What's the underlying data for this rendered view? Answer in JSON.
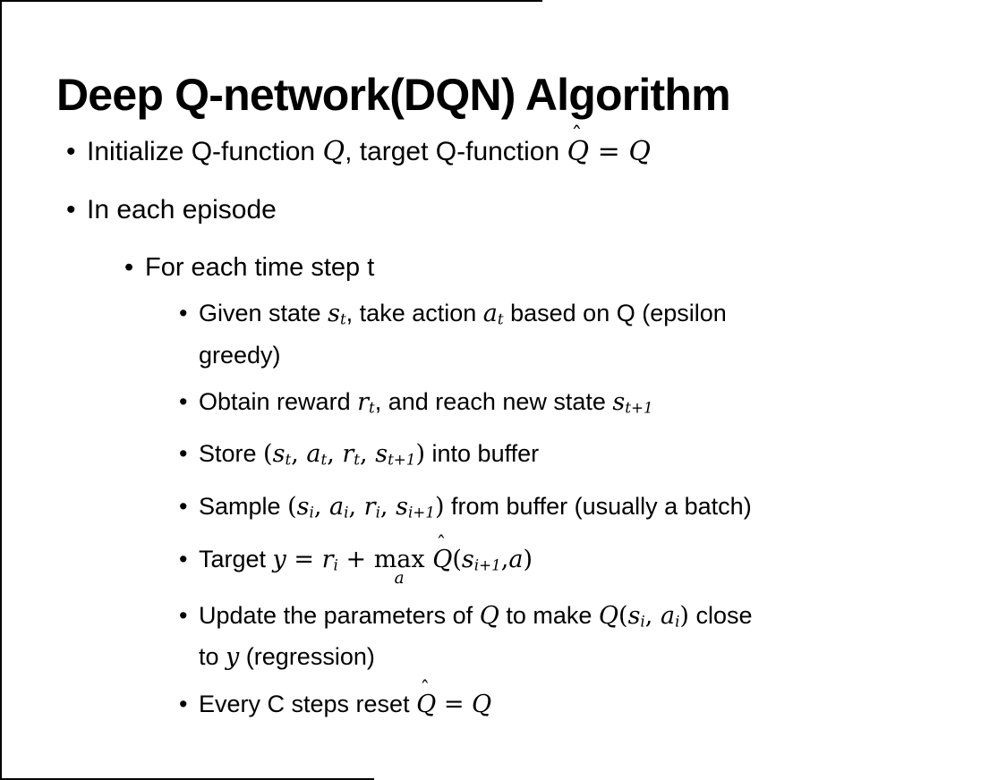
{
  "slide": {
    "title": "Deep Q-network(DQN) Algorithm",
    "bullets": [
      {
        "level": 1,
        "segments": [
          {
            "t": "Initialize Q-function ",
            "s": "n"
          },
          {
            "t": "Q",
            "s": "i"
          },
          {
            "t": ", target Q-function ",
            "s": "n"
          },
          {
            "t": "Q",
            "s": "hat"
          },
          {
            "t": " = ",
            "s": "m"
          },
          {
            "t": "Q",
            "s": "i"
          }
        ]
      },
      {
        "level": 1,
        "segments": [
          {
            "t": "In each episode",
            "s": "n"
          }
        ]
      },
      {
        "level": 2,
        "segments": [
          {
            "t": "For each time step t",
            "s": "n"
          }
        ]
      },
      {
        "level": 3,
        "segments": [
          {
            "t": "Given state ",
            "s": "n"
          },
          {
            "t": "s",
            "s": "i"
          },
          {
            "t": "t",
            "s": "sub"
          },
          {
            "t": ", take action ",
            "s": "n"
          },
          {
            "t": "a",
            "s": "i"
          },
          {
            "t": "t",
            "s": "sub"
          },
          {
            "t": " based on Q (epsilon",
            "s": "n"
          },
          {
            "t": "",
            "s": "br"
          },
          {
            "t": "greedy)",
            "s": "n"
          }
        ]
      },
      {
        "level": 3,
        "segments": [
          {
            "t": "Obtain reward ",
            "s": "n"
          },
          {
            "t": "r",
            "s": "i"
          },
          {
            "t": "t",
            "s": "sub"
          },
          {
            "t": ", and reach new state ",
            "s": "n"
          },
          {
            "t": "s",
            "s": "i"
          },
          {
            "t": "t+1",
            "s": "sub"
          }
        ]
      },
      {
        "level": 3,
        "segments": [
          {
            "t": "Store ",
            "s": "n"
          },
          {
            "t": "(",
            "s": "m"
          },
          {
            "t": "s",
            "s": "i"
          },
          {
            "t": "t",
            "s": "sub"
          },
          {
            "t": ", ",
            "s": "m"
          },
          {
            "t": "a",
            "s": "i"
          },
          {
            "t": "t",
            "s": "sub"
          },
          {
            "t": ", ",
            "s": "m"
          },
          {
            "t": "r",
            "s": "i"
          },
          {
            "t": "t",
            "s": "sub"
          },
          {
            "t": ", ",
            "s": "m"
          },
          {
            "t": "s",
            "s": "i"
          },
          {
            "t": "t+1",
            "s": "sub"
          },
          {
            "t": ")",
            "s": "m"
          },
          {
            "t": " into buffer",
            "s": "n"
          }
        ]
      },
      {
        "level": 3,
        "segments": [
          {
            "t": "Sample ",
            "s": "n"
          },
          {
            "t": "(",
            "s": "m"
          },
          {
            "t": "s",
            "s": "i"
          },
          {
            "t": "i",
            "s": "sub"
          },
          {
            "t": ", ",
            "s": "m"
          },
          {
            "t": "a",
            "s": "i"
          },
          {
            "t": "i",
            "s": "sub"
          },
          {
            "t": ", ",
            "s": "m"
          },
          {
            "t": "r",
            "s": "i"
          },
          {
            "t": "i",
            "s": "sub"
          },
          {
            "t": ", ",
            "s": "m"
          },
          {
            "t": "s",
            "s": "i"
          },
          {
            "t": "i+1",
            "s": "sub"
          },
          {
            "t": ")",
            "s": "m"
          },
          {
            "t": " from buffer (usually a batch)",
            "s": "n"
          }
        ]
      },
      {
        "level": 3,
        "segments": [
          {
            "t": "Target ",
            "s": "n"
          },
          {
            "t": "y",
            "s": "i"
          },
          {
            "t": " = ",
            "s": "m"
          },
          {
            "t": "r",
            "s": "i"
          },
          {
            "t": "i",
            "s": "sub"
          },
          {
            "t": " + ",
            "s": "m"
          },
          {
            "t": "max",
            "s": "underop",
            "u": "a"
          },
          {
            "t": " ",
            "s": "m"
          },
          {
            "t": "Q",
            "s": "hat"
          },
          {
            "t": "(",
            "s": "m"
          },
          {
            "t": "s",
            "s": "i"
          },
          {
            "t": "i+1",
            "s": "sub"
          },
          {
            "t": ",",
            "s": "m"
          },
          {
            "t": "a",
            "s": "i"
          },
          {
            "t": ")",
            "s": "m"
          }
        ]
      },
      {
        "level": 3,
        "segments": [
          {
            "t": "Update the parameters of ",
            "s": "n"
          },
          {
            "t": "Q",
            "s": "i"
          },
          {
            "t": " to make ",
            "s": "n"
          },
          {
            "t": "Q",
            "s": "i"
          },
          {
            "t": "(",
            "s": "m"
          },
          {
            "t": "s",
            "s": "i"
          },
          {
            "t": "i",
            "s": "sub"
          },
          {
            "t": ", ",
            "s": "m"
          },
          {
            "t": "a",
            "s": "i"
          },
          {
            "t": "i",
            "s": "sub"
          },
          {
            "t": ")",
            "s": "m"
          },
          {
            "t": " close",
            "s": "n"
          },
          {
            "t": "",
            "s": "br"
          },
          {
            "t": "to ",
            "s": "n"
          },
          {
            "t": "y",
            "s": "i"
          },
          {
            "t": " (regression)",
            "s": "n"
          }
        ]
      },
      {
        "level": 3,
        "segments": [
          {
            "t": "Every C steps reset ",
            "s": "n"
          },
          {
            "t": "Q",
            "s": "hat"
          },
          {
            "t": " = ",
            "s": "m"
          },
          {
            "t": "Q",
            "s": "i"
          }
        ]
      }
    ]
  },
  "symbols": {
    "bullet": "•",
    "hat": "ˆ"
  },
  "colors": {
    "background": "#ffffff",
    "text": "#000000",
    "border": "#000000"
  }
}
